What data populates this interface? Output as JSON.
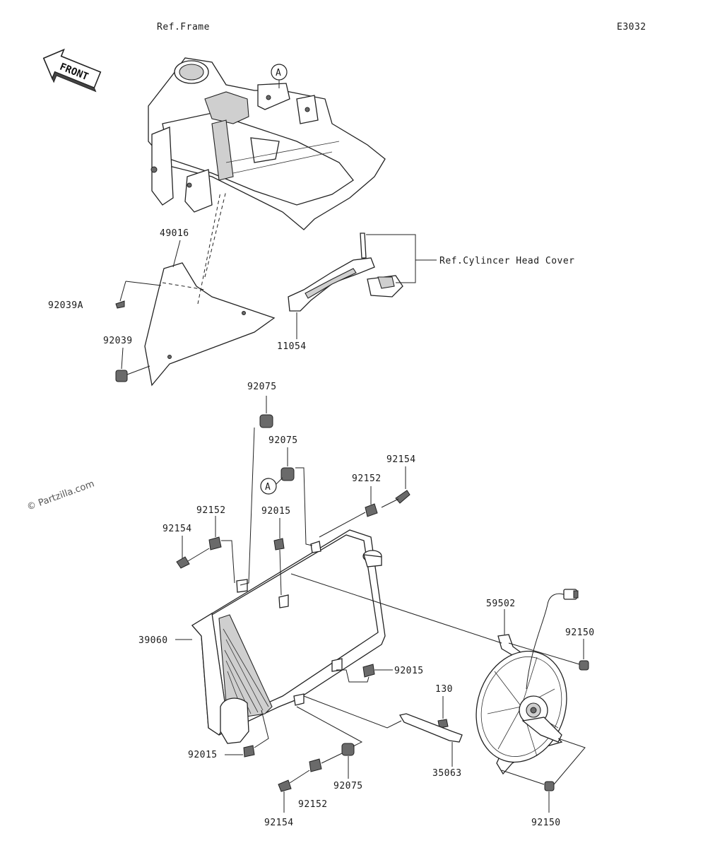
{
  "diagram_code": "E3032",
  "watermark": "© Partzilla.com",
  "front_arrow": "FRONT",
  "callout_letter": "A",
  "refs": {
    "frame": "Ref.Frame",
    "cylinder_head_cover": "Ref.Cylincer Head Cover"
  },
  "part_numbers": {
    "p49016": "49016",
    "p92039A": "92039A",
    "p92039": "92039",
    "p11054": "11054",
    "p92075_top": "92075",
    "p92075_mid": "92075",
    "p92154_right": "92154",
    "p92152_right": "92152",
    "p92152_left": "92152",
    "p92154_left": "92154",
    "p92015_top": "92015",
    "p39060": "39060",
    "p59502": "59502",
    "p92150_upper": "92150",
    "p92015_mid": "92015",
    "p130": "130",
    "p92015_low": "92015",
    "p35063": "35063",
    "p92075_bottom": "92075",
    "p92152_bottom": "92152",
    "p92154_bottom": "92154",
    "p92150_lower": "92150"
  }
}
